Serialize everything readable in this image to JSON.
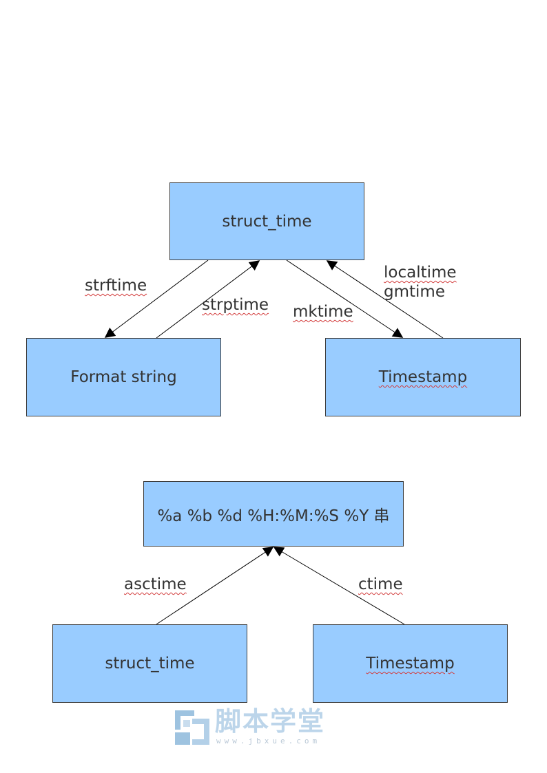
{
  "diagram1": {
    "top": "struct_time",
    "left": "Format string",
    "right": "Timestamp",
    "edges": {
      "strftime": "strftime",
      "strptime": "strptime",
      "mktime": "mktime",
      "localtime": "localtime",
      "gmtime": "gmtime"
    }
  },
  "diagram2": {
    "top": "%a %b %d %H:%M:%S %Y 串",
    "left": "struct_time",
    "right": "Timestamp",
    "edges": {
      "asctime": "asctime",
      "ctime": "ctime"
    }
  },
  "watermark": {
    "title": "脚本学堂",
    "url": "www.jbxue.com",
    "colors": {
      "logo": "#9ec3e0",
      "text": "#bcd5ea"
    }
  },
  "colors": {
    "box_fill": "#99ccff",
    "box_border": "#3c3c3c",
    "arrow": "#000000"
  }
}
